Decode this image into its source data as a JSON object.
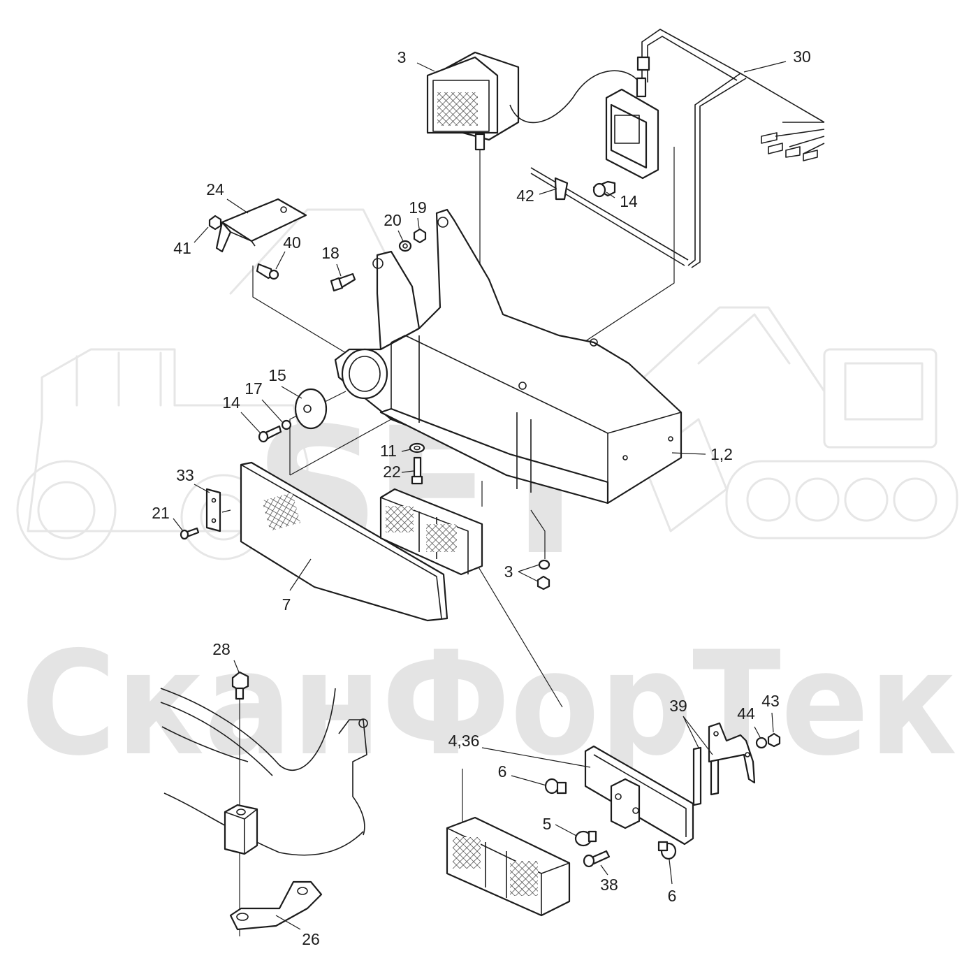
{
  "watermark": {
    "logo_text": "SFT",
    "company_text": "СканФорТек"
  },
  "callouts": [
    {
      "id": "c3-top",
      "text": "3"
    },
    {
      "id": "c30",
      "text": "30"
    },
    {
      "id": "c24",
      "text": "24"
    },
    {
      "id": "c41",
      "text": "41"
    },
    {
      "id": "c40",
      "text": "40"
    },
    {
      "id": "c20",
      "text": "20"
    },
    {
      "id": "c19",
      "text": "19"
    },
    {
      "id": "c18",
      "text": "18"
    },
    {
      "id": "c42",
      "text": "42"
    },
    {
      "id": "c14-top",
      "text": "14"
    },
    {
      "id": "c15",
      "text": "15"
    },
    {
      "id": "c17",
      "text": "17"
    },
    {
      "id": "c14-left",
      "text": "14"
    },
    {
      "id": "c11",
      "text": "11"
    },
    {
      "id": "c22",
      "text": "22"
    },
    {
      "id": "c1-2",
      "text": "1,2"
    },
    {
      "id": "c33",
      "text": "33"
    },
    {
      "id": "c21",
      "text": "21"
    },
    {
      "id": "c7",
      "text": "7"
    },
    {
      "id": "c3-mid",
      "text": "3"
    },
    {
      "id": "c28",
      "text": "28"
    },
    {
      "id": "c39",
      "text": "39"
    },
    {
      "id": "c44",
      "text": "44"
    },
    {
      "id": "c43",
      "text": "43"
    },
    {
      "id": "c4-36",
      "text": "4,36"
    },
    {
      "id": "c6-top",
      "text": "6"
    },
    {
      "id": "c5",
      "text": "5"
    },
    {
      "id": "c38",
      "text": "38"
    },
    {
      "id": "c6-bottom",
      "text": "6"
    },
    {
      "id": "c26",
      "text": "26"
    }
  ]
}
